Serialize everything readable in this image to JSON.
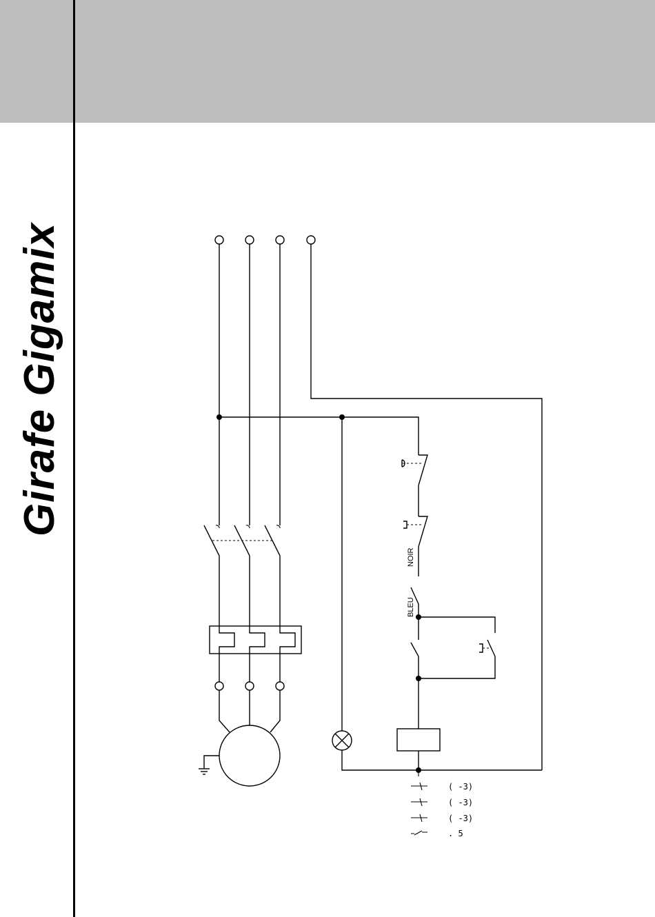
{
  "header": {
    "band_color": "#bebebe"
  },
  "brand": {
    "logo_text": "Girafe Gigamix"
  },
  "diagram": {
    "labels": {
      "noir": "NOIR",
      "bleu": "BLEU"
    },
    "legend": [
      {
        "symbol": "nc-contact",
        "text": "( -3)"
      },
      {
        "symbol": "nc-contact",
        "text": "( -3)"
      },
      {
        "symbol": "nc-contact",
        "text": "( -3)"
      },
      {
        "symbol": "no-contact",
        "text": ". 5"
      }
    ]
  }
}
